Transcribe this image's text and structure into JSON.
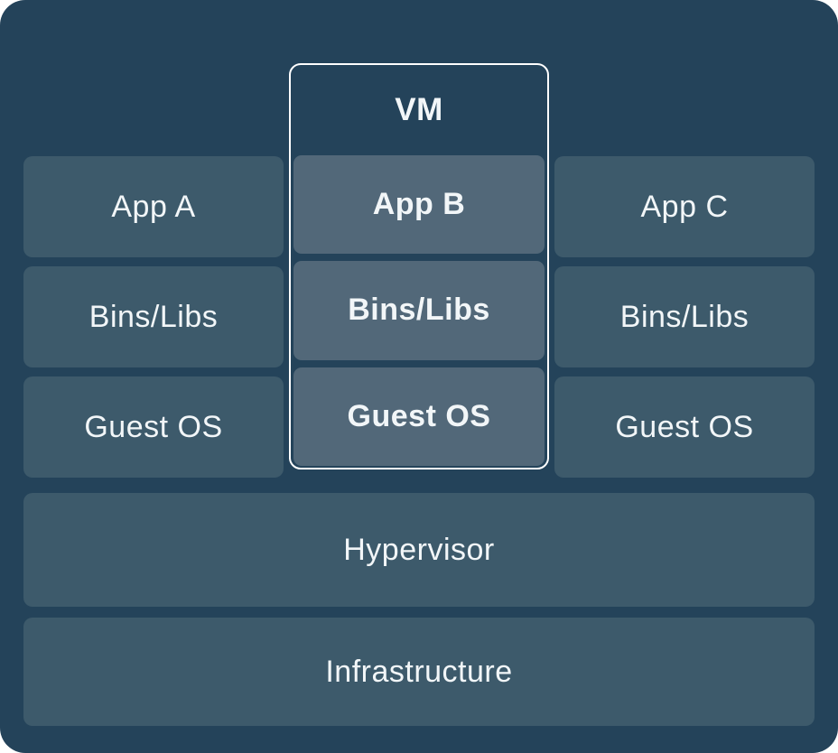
{
  "columns": {
    "left": {
      "app": "App A",
      "bins": "Bins/Libs",
      "os": "Guest OS"
    },
    "middle": {
      "header": "VM",
      "app": "App B",
      "bins": "Bins/Libs",
      "os": "Guest OS"
    },
    "right": {
      "app": "App C",
      "bins": "Bins/Libs",
      "os": "Guest OS"
    }
  },
  "layers": {
    "hypervisor": "Hypervisor",
    "infrastructure": "Infrastructure"
  },
  "colors": {
    "background": "#24435A",
    "box": "#3D5A6B",
    "vm_box": "#526879",
    "vm_border": "#FFFFFF",
    "text": "#F2F6F8"
  }
}
